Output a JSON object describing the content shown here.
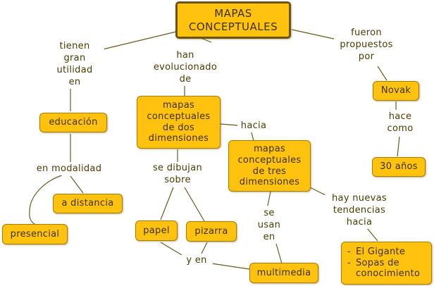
{
  "nodes": {
    "root": "MAPAS\nCONCEPTUALES",
    "educacion": "educación",
    "distancia": "a distancia",
    "presencial": "presencial",
    "dos_dim": "mapas\nconceptuales\nde dos\ndimensiones",
    "tres_dim": "mapas\nconceptuales\nde tres\ndimensiones",
    "papel": "papel",
    "pizarra": "pizarra",
    "multimedia": "multimedia",
    "novak": "Novak",
    "anos": "30 años",
    "tendencias": [
      "El Gigante",
      "Sopas de conocimiento"
    ]
  },
  "links": {
    "utilidad": "tienen\ngran\nutilidad\nen",
    "evolucionado": "han\nevolucionado\nde",
    "propuestos": "fueron\npropuestos\npor",
    "modalidad": "en modalidad",
    "hacia": "hacia",
    "dibujan": "se dibujan\nsobre",
    "usan": "se\nusan\nen",
    "yen": "y en",
    "hace": "hace\ncomo",
    "nuevas": "hay nuevas\ntendencias\nhacia"
  },
  "colors": {
    "node_fill": "#ffc20e",
    "node_border": "#a67c00",
    "line": "#6b5a1e",
    "text": "#3d3000"
  }
}
